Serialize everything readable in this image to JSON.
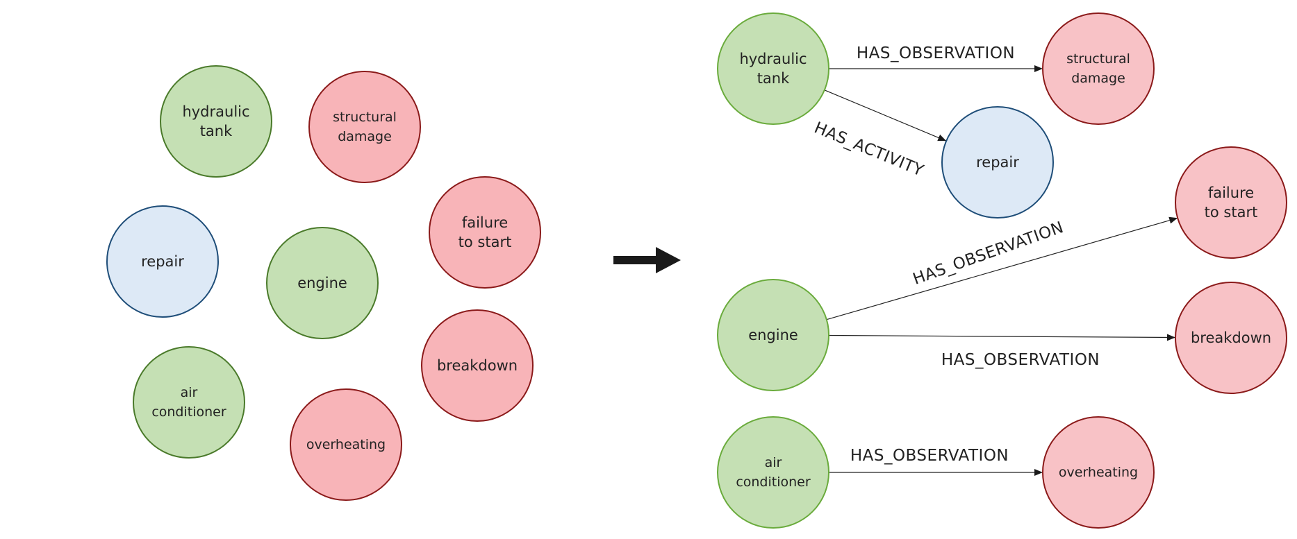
{
  "colors": {
    "component_fill": "#c5e0b4",
    "component_stroke_left": "#4a7a2a",
    "component_stroke_right": "#6aab3c",
    "observation_fill_left": "#f8b4b8",
    "observation_fill_right": "#f8c2c6",
    "observation_stroke": "#8b1a1a",
    "activity_fill": "#dde9f6",
    "activity_stroke": "#1f4e79",
    "arrow": "#1a1a1a"
  },
  "left_nodes": [
    {
      "id": "hydraulic-tank",
      "kind": "component",
      "lines": [
        "hydraulic",
        "tank"
      ]
    },
    {
      "id": "structural-damage",
      "kind": "observation",
      "lines": [
        "structural",
        "damage"
      ]
    },
    {
      "id": "failure-to-start",
      "kind": "observation",
      "lines": [
        "failure",
        "to start"
      ]
    },
    {
      "id": "repair",
      "kind": "activity",
      "lines": [
        "repair"
      ]
    },
    {
      "id": "engine",
      "kind": "component",
      "lines": [
        "engine"
      ]
    },
    {
      "id": "breakdown",
      "kind": "observation",
      "lines": [
        "breakdown"
      ]
    },
    {
      "id": "air-conditioner",
      "kind": "component",
      "lines": [
        "air",
        "conditioner"
      ]
    },
    {
      "id": "overheating",
      "kind": "observation",
      "lines": [
        "overheating"
      ]
    }
  ],
  "right_nodes": [
    {
      "id": "hydraulic-tank",
      "kind": "component",
      "lines": [
        "hydraulic",
        "tank"
      ]
    },
    {
      "id": "structural-damage",
      "kind": "observation",
      "lines": [
        "structural",
        "damage"
      ]
    },
    {
      "id": "repair",
      "kind": "activity",
      "lines": [
        "repair"
      ]
    },
    {
      "id": "failure-to-start",
      "kind": "observation",
      "lines": [
        "failure",
        "to start"
      ]
    },
    {
      "id": "engine",
      "kind": "component",
      "lines": [
        "engine"
      ]
    },
    {
      "id": "breakdown",
      "kind": "observation",
      "lines": [
        "breakdown"
      ]
    },
    {
      "id": "air-conditioner",
      "kind": "component",
      "lines": [
        "air",
        "conditioner"
      ]
    },
    {
      "id": "overheating",
      "kind": "observation",
      "lines": [
        "overheating"
      ]
    }
  ],
  "edges": [
    {
      "from": "hydraulic-tank",
      "to": "structural-damage",
      "label": "HAS_OBSERVATION"
    },
    {
      "from": "hydraulic-tank",
      "to": "repair",
      "label": "HAS_ACTIVITY"
    },
    {
      "from": "engine",
      "to": "failure-to-start",
      "label": "HAS_OBSERVATION"
    },
    {
      "from": "engine",
      "to": "breakdown",
      "label": "HAS_OBSERVATION"
    },
    {
      "from": "air-conditioner",
      "to": "overheating",
      "label": "HAS_OBSERVATION"
    }
  ]
}
